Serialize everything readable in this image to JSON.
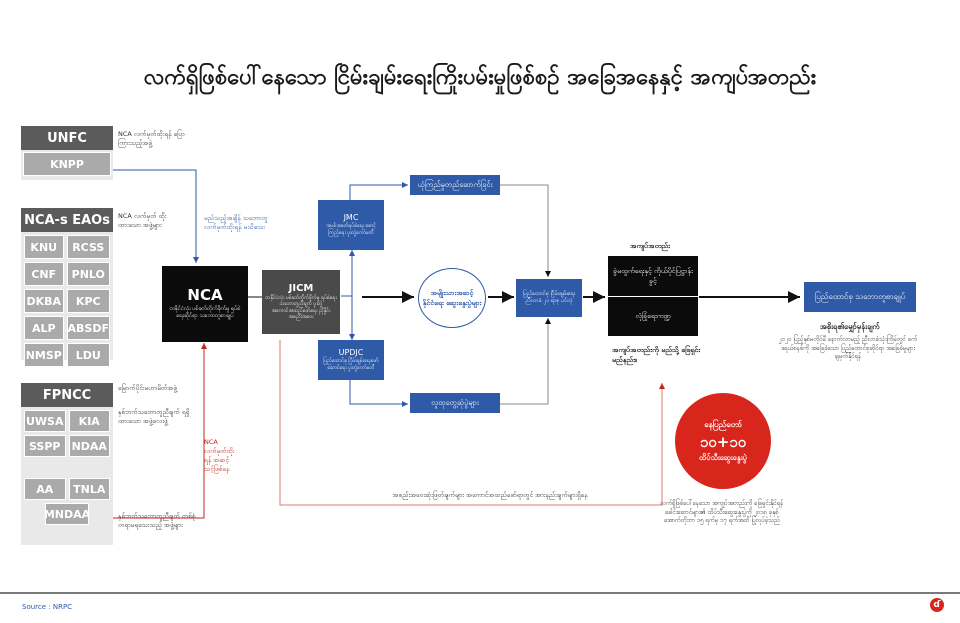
{
  "title": "လက်ရှိဖြစ်ပေါ်နေသော ငြိမ်းချမ်းရေးကြိုးပမ်းမှုဖြစ်စဉ် အခြေအနေနှင့် အကျပ်အတည်း",
  "left": {
    "unfc": {
      "header": "UNFC",
      "members": [
        "KNPP"
      ],
      "note": "NCA လက်မှတ်ထိုးရန် ပြောကြားသည့်အဖွဲ့"
    },
    "ncas": {
      "header": "NCA-s EAOs",
      "members": [
        "KNU",
        "RCSS",
        "CNF",
        "PNLO",
        "DKBA",
        "KPC",
        "ALP",
        "ABSDF",
        "NMSP",
        "LDU"
      ],
      "note": "NCA လက်မှတ် ထိုးထားသော အဖွဲ့များ"
    },
    "fpncc": {
      "header": "FPNCC",
      "members": [
        "UWSA",
        "KIA",
        "SSPP",
        "NDAA",
        "AA",
        "TNLA",
        "MNDAA"
      ],
      "note1": "မြောက်ပိုင်းမဟာမိတ်အဖွဲ့",
      "note2": "နှစ်ဘက်သဘောတူညီချက် ရရှိထားသော အဖွဲ့လေးဖွဲ့",
      "note3": "နှစ်ဘက်သဘောတူညီချက် တစ်စုံတရာမရသေးသည့် အဖွဲ့များ"
    }
  },
  "unfc_arrow_note": "မည်သည့်အချိန် သဘောတူလက်မှတ်ထိုးရန် မသိသေး",
  "red_arrow_note": "NCA လက်မှတ်ထိုးရန် အဆင့်သင့်ဖြစ်နေ",
  "nca": {
    "title": "NCA",
    "desc": "တနိုင်ငံလုံး ပစ်ခတ်တိုက်ခိုက်မှု ရပ်စဲရေးဆိုင်ရာ သဘောတူစာချုပ်"
  },
  "jicm": {
    "title": "JICM",
    "desc": "တနိုင်ငံလုံး ပစ်ခတ်တိုက်ခိုက်မှု ရပ်စဲရေး သဘောတူညီချက် ပူးတွဲအကောင်အထည်ဖော်ရေး ညှိနှိုင်းအစည်းအဝေး"
  },
  "jmc": {
    "title": "JMC",
    "desc": "အပစ်အခတ်ရပ်စဲရေး စောင့်ကြည့်ရေး ပူးတွဲကော်မတီ"
  },
  "updjc": {
    "title": "UPDJC",
    "desc": "ပြည်ထောင်စု ငြိမ်းချမ်းရေးဖော်ဆောင်ရေး ပူးတွဲကော်မတီ"
  },
  "trust_box": "ယုံကြည်မှုတည်ဆောက်ခြင်း",
  "public_box": "လူထုတွေ့ဆုံပွဲများ",
  "dialogue": "အမျိုးသားအဆင့် နိုင်ငံရေး ဆွေးနွေးပွဲများ",
  "conference": "ပြည်ထောင်စု ငြိမ်းချမ်းရေးညီလာခံ ၂၁ ရာစု ပင်လုံ",
  "deadlock_label": "အကျပ်အတည်း",
  "deadlock1": "ခွဲမထွက်ရေးနှင့် ကိုယ်ပိုင်ပြဋ္ဌာန်းခွင့်",
  "deadlock2": "လုံခြုံရေးကဏ္ဍ",
  "deadlock_question": "အကျပ်အတည်းကို မည်သို့ ဖြေရှင်းမည်နည်း။",
  "union_accord": "ပြည်ထောင်စု သဘောတူစာချုပ်",
  "goal_title": "အစိုးရ၏မျှော်မှန်းချက်",
  "goal_desc": "၂၀၂၀ ပြည့်နှစ်မတိုင်မီ နောက်လာမည့် ညီလာခံသုံးကြိမ်တွင် ဖက်ဒရယ်စနစ်ကို အခြေခံသော ပြည်ထောင်စုဆိုင်ရာ အခြေခံမူများ ချမှတ်နိုင်ရန်",
  "bottom_line": "အစည်းအဝေးဆုံးဖြတ်ချက်များ အကောင်အထည်ဖော်ရာတွင် အားနည်းချက်များရှိနေ",
  "badge": {
    "line1": "နေပြည်တော်",
    "line2": "၁၀+၁၀",
    "line3": "ထိပ်သီးဆွေးနွေးပွဲ"
  },
  "badge_desc": "လက်ရှိဖြစ်ပေါ်နေသော အကျပ်အတည်းကို ဖြေရှင်းနိုင်ရန် ခေါင်းဆောင်များ၏ ထိပ်သီးဆွေးနွေးပွဲကို ၂၀၁၈ ခုနှစ် အောက်တိုဘာ ၁၅ ရက်မှ ၁၇ ရက်အထိ ပြုလုပ်ခဲ့သည်",
  "source": "Source : NRPC",
  "colors": {
    "blue": "#2e5aa8",
    "black": "#0b0b0b",
    "red": "#d9261c",
    "grey": "#5b5b5b"
  }
}
